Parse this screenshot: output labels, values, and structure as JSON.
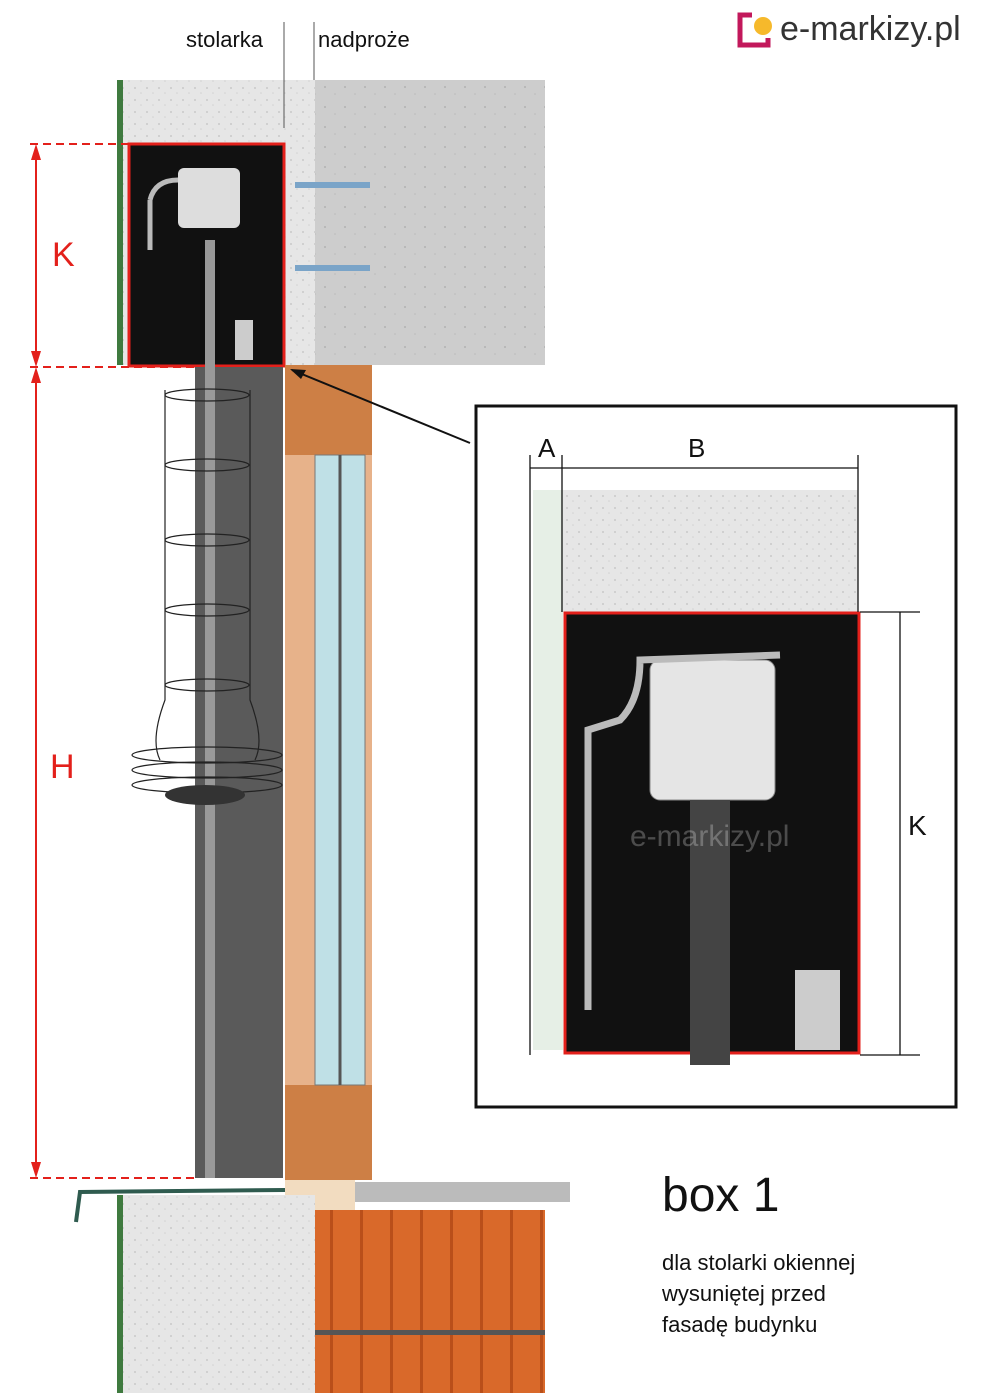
{
  "header": {
    "label_stolarka": "stolarka",
    "label_nadproze": "nadproże",
    "logo_text": "e-markizy.pl"
  },
  "dimensions": {
    "k_label": "K",
    "h_label": "H"
  },
  "inset": {
    "a_label": "A",
    "b_label": "B",
    "k_label": "K",
    "watermark": "e-markizy.pl"
  },
  "caption": {
    "title": "box 1",
    "line1": "dla stolarki okiennej",
    "line2": "wysuniętej przed",
    "line3": "fasadę budynku"
  },
  "colors": {
    "dimension_red": "#e3201b",
    "logo_magenta": "#c2185b",
    "logo_yellow": "#f6b92b"
  }
}
